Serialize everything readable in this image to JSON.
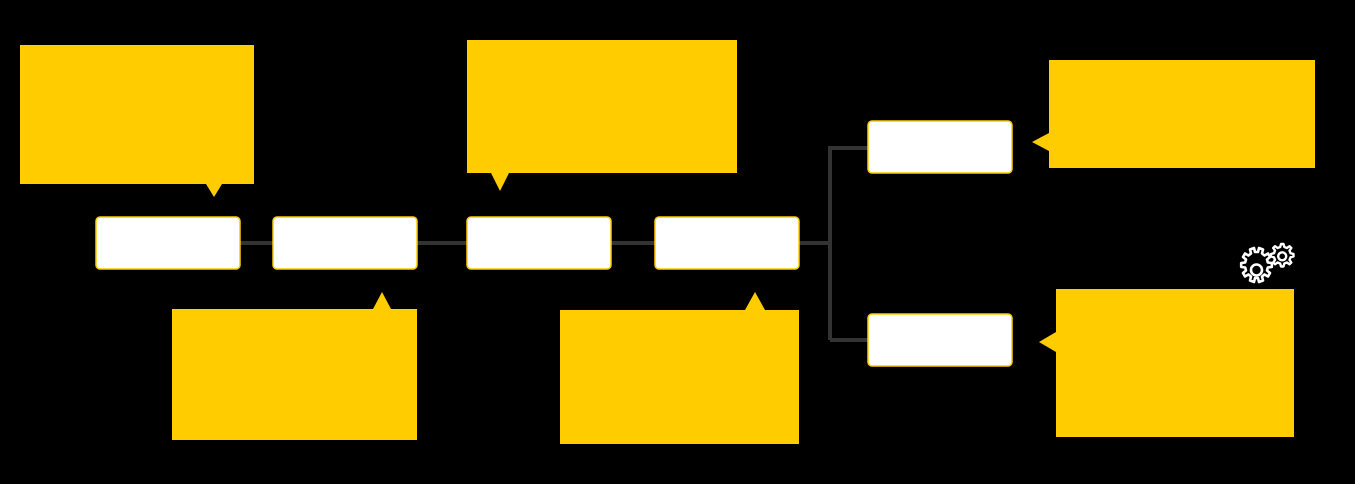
{
  "colors": {
    "background": "#000000",
    "callout": "#FFCC00",
    "step_fill": "#FFFFFF",
    "step_border": "#FFCC00",
    "connector": "#333333",
    "gear": "#FFFFFF"
  },
  "steps": [
    {
      "id": "step-1",
      "label": ""
    },
    {
      "id": "step-2",
      "label": ""
    },
    {
      "id": "step-3",
      "label": ""
    },
    {
      "id": "step-4",
      "label": ""
    },
    {
      "id": "branch-top",
      "label": ""
    },
    {
      "id": "branch-bottom",
      "label": ""
    }
  ],
  "callouts": [
    {
      "id": "callout-1",
      "text": ""
    },
    {
      "id": "callout-2",
      "text": ""
    },
    {
      "id": "callout-3",
      "text": ""
    },
    {
      "id": "callout-4",
      "text": ""
    },
    {
      "id": "callout-5",
      "text": ""
    },
    {
      "id": "callout-6",
      "text": ""
    }
  ],
  "icons": {
    "gear_cluster": "gear-icon"
  }
}
